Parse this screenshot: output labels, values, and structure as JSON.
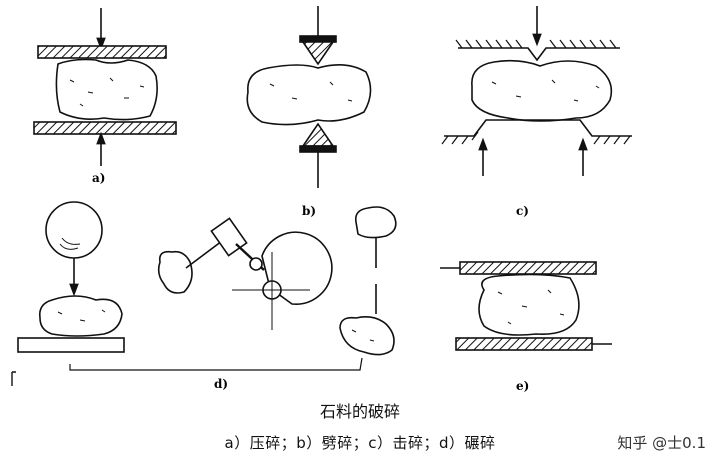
{
  "panels": {
    "a": "a)",
    "b": "b)",
    "c": "c)",
    "d": "d)",
    "e": "e)"
  },
  "caption": {
    "title": "石料的破碎",
    "subtitle": "a）压碎；b）劈碎；c）击碎；d）碾碎"
  },
  "watermark": "知乎 @士0.1"
}
